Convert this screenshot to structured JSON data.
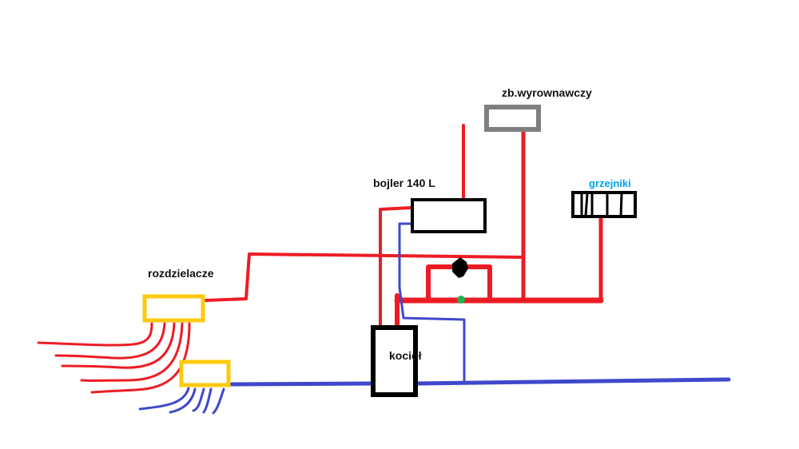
{
  "labels": {
    "expansion_tank": "zb.wyrownawczy",
    "boiler_tank": "bojler 140 L",
    "radiators": "grzejniki",
    "manifolds": "rozdzielacze",
    "furnace": "kocioł"
  },
  "colors": {
    "supply_hot": "#ed1c24",
    "return_cold": "#3f48cc",
    "manifold": "#ffc90e",
    "expansion_tank": "#7f7f7f",
    "equipment": "#000000",
    "radiators_label": "#00a2e8",
    "sensor": "#22b14c"
  }
}
